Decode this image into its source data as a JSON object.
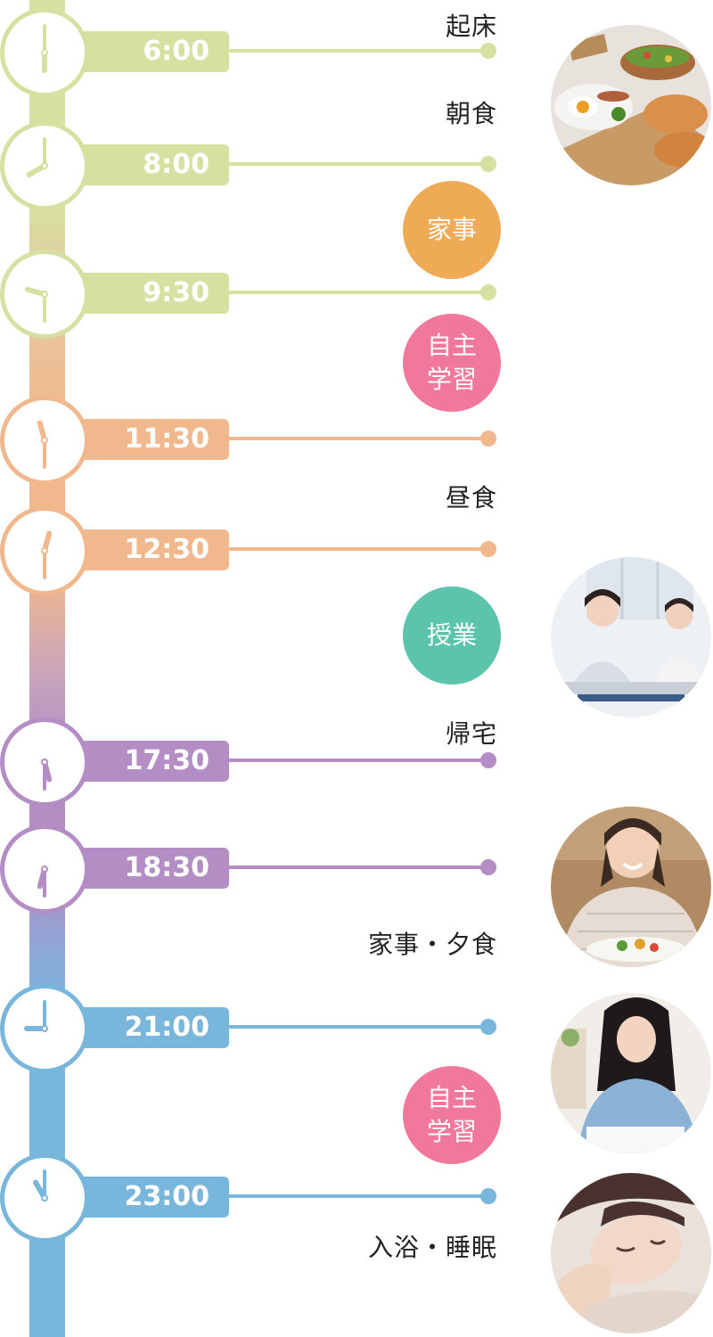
{
  "colors": {
    "green": "#d6e0a0",
    "orange": "#f0b88c",
    "purple": "#b38dc4",
    "blue": "#79b6dc",
    "badge_orange": "#efaa55",
    "badge_pink": "#f0789a",
    "badge_teal": "#5cc4ac"
  },
  "schedule": [
    {
      "time": "6:00",
      "clock": {
        "hour": 6,
        "minute": 0
      }
    },
    {
      "time": "8:00",
      "clock": {
        "hour": 8,
        "minute": 0
      }
    },
    {
      "time": "9:30",
      "clock": {
        "hour": 9,
        "minute": 30
      }
    },
    {
      "time": "11:30",
      "clock": {
        "hour": 11,
        "minute": 30
      }
    },
    {
      "time": "12:30",
      "clock": {
        "hour": 12,
        "minute": 30
      }
    },
    {
      "time": "17:30",
      "clock": {
        "hour": 17,
        "minute": 30
      }
    },
    {
      "time": "18:30",
      "clock": {
        "hour": 18,
        "minute": 30
      }
    },
    {
      "time": "21:00",
      "clock": {
        "hour": 21,
        "minute": 0
      }
    },
    {
      "time": "23:00",
      "clock": {
        "hour": 23,
        "minute": 0
      }
    }
  ],
  "activities": {
    "wake": "起床",
    "breakfast": "朝食",
    "housework": "家事",
    "self_study_1": "自主学習",
    "lunch": "昼食",
    "class": "授業",
    "return_home": "帰宅",
    "housework_dinner": "家事・夕食",
    "self_study_2": "自主学習",
    "bath_sleep": "入浴・睡眠"
  },
  "photos": [
    {
      "subject": "breakfast-photo"
    },
    {
      "subject": "classroom-photo"
    },
    {
      "subject": "dinner-photo"
    },
    {
      "subject": "study-photo"
    },
    {
      "subject": "sleep-photo"
    }
  ]
}
